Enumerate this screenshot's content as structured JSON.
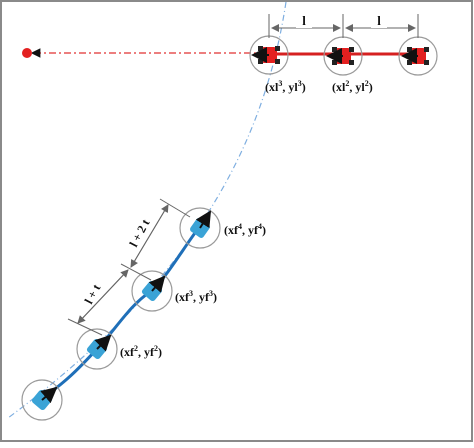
{
  "colors": {
    "frame": "#8a8a8a",
    "background": "#ffffff",
    "circle": "#9a9a9a",
    "leader_line": "#d62020",
    "leader_robot": "#e32020",
    "follower_line": "#1f6fb8",
    "follower_robot": "#3aa3d6",
    "dashdot_guide": "#e03030",
    "dashed_guide": "#7eaee0",
    "dim_line": "#666666",
    "text": "#111111"
  },
  "labels": {
    "spacing_top_1": "l",
    "spacing_top_2": "l",
    "spacing_side_1": "l + t",
    "spacing_side_2": "l + 2 t"
  },
  "leader_positions": [
    {
      "base": "(xl",
      "sup": "3",
      "mid": ", yl",
      "sup2": "3",
      "close": ")"
    },
    {
      "base": "(xl",
      "sup": "2",
      "mid": ", yl",
      "sup2": "2",
      "close": ")"
    }
  ],
  "follower_positions": [
    {
      "base": "(xf",
      "sup": "4",
      "mid": ", yf",
      "sup2": "4",
      "close": ")"
    },
    {
      "base": "(xf",
      "sup": "3",
      "mid": ", yf",
      "sup2": "3",
      "close": ")"
    },
    {
      "base": "(xf",
      "sup": "2",
      "mid": ", yf",
      "sup2": "2",
      "close": ")"
    }
  ],
  "icons": {
    "target": "target-point-icon",
    "robot": "robot-icon",
    "arrow": "heading-arrow-icon"
  }
}
